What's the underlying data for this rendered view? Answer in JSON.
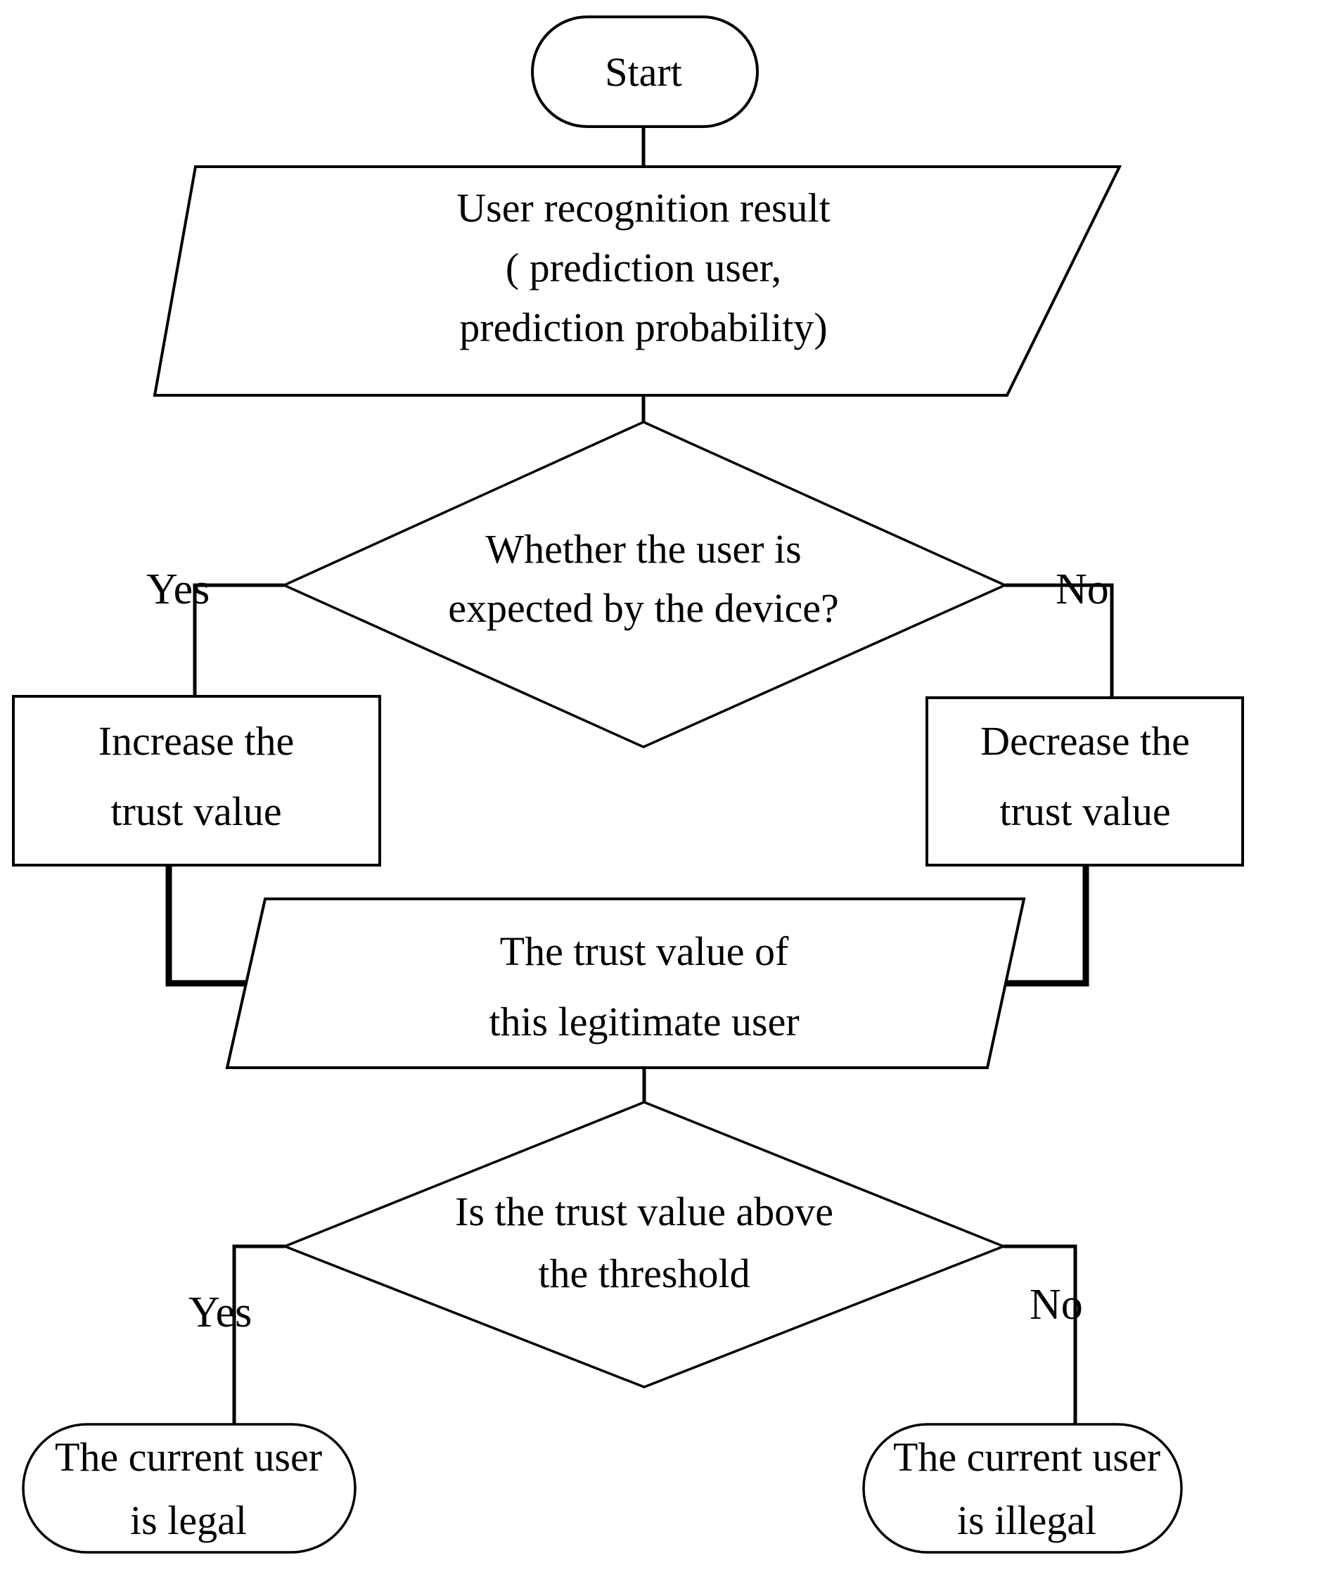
{
  "diagram": {
    "title": "Trust value evaluation flowchart",
    "background_color": "#ffffff",
    "line_color": "#000000",
    "text_color": "#000000",
    "nodes": {
      "start": {
        "shape": "terminator",
        "label": "Start"
      },
      "input_recognition": {
        "shape": "parallelogram",
        "line1": "User recognition result",
        "line2": "( prediction user,",
        "line3": "prediction probability)"
      },
      "decision_expected": {
        "shape": "diamond",
        "line1": "Whether the user is",
        "line2": "expected by the device?"
      },
      "increase_trust": {
        "shape": "rectangle",
        "line1": "Increase the",
        "line2": "trust value"
      },
      "decrease_trust": {
        "shape": "rectangle",
        "line1": "Decrease the",
        "line2": "trust value"
      },
      "trust_value_data": {
        "shape": "parallelogram",
        "line1": "The trust value of",
        "line2": "this legitimate user"
      },
      "decision_threshold": {
        "shape": "diamond",
        "line1": "Is the trust value above",
        "line2": "the threshold"
      },
      "user_legal": {
        "shape": "terminator",
        "line1": "The current user",
        "line2": "is legal"
      },
      "user_illegal": {
        "shape": "terminator",
        "line1": "The current user",
        "line2": "is illegal"
      }
    },
    "edge_labels": {
      "expected_yes": "Yes",
      "expected_no": "No",
      "threshold_yes": "Yes",
      "threshold_no": "No"
    }
  }
}
